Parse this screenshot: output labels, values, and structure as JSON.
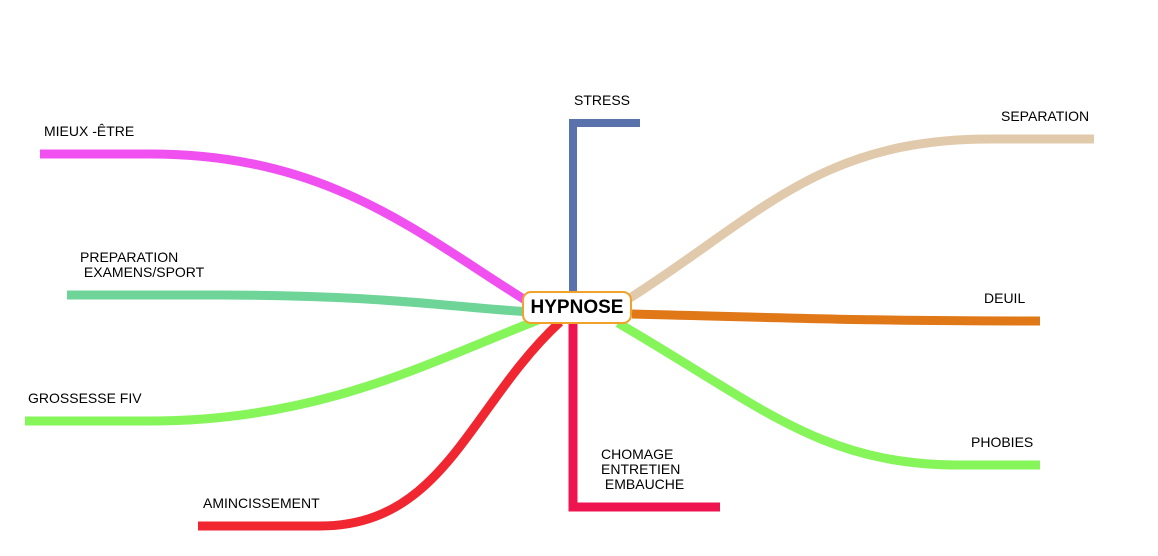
{
  "center": {
    "label": "HYPNOSE",
    "border_color": "#f0a22a"
  },
  "branches": [
    {
      "id": "mieux-etre",
      "label": "MIEUX -ÊTRE",
      "color": "#f050f0"
    },
    {
      "id": "preparation",
      "label": "PREPARATION\n EXAMENS/SPORT",
      "color": "#6fd498"
    },
    {
      "id": "grossesse",
      "label": "GROSSESSE FIV",
      "color": "#85f55a"
    },
    {
      "id": "amincissement",
      "label": "AMINCISSEMENT",
      "color": "#f02630"
    },
    {
      "id": "stress",
      "label": "STRESS",
      "color": "#5a72ac"
    },
    {
      "id": "chomage",
      "label": "CHOMAGE\nENTRETIEN\n EMBAUCHE",
      "color": "#ee1450"
    },
    {
      "id": "separation",
      "label": "SEPARATION",
      "color": "#e1c9ab"
    },
    {
      "id": "deuil",
      "label": "DEUIL",
      "color": "#e07818"
    },
    {
      "id": "phobies",
      "label": "PHOBIES",
      "color": "#85f55a"
    }
  ]
}
